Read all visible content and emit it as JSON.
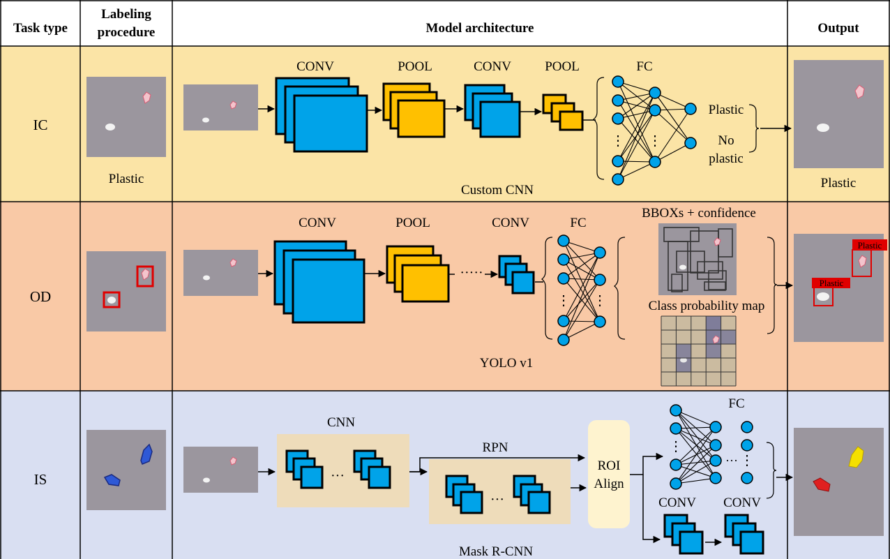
{
  "header": {
    "task_type": "Task type",
    "labeling_1": "Labeling",
    "labeling_2": "procedure",
    "model_architecture": "Model architecture",
    "output": "Output"
  },
  "colors": {
    "ic_row": "#FBE4A6",
    "od_row": "#F9C9A6",
    "is_row": "#D9DFF2",
    "conv_blue": "#00A3E9",
    "pool_orange": "#FFC000",
    "backbone_box": "#EEDCBA",
    "roi_box": "#FEF3CF",
    "bbox_red": "#E00000",
    "mask_blue": "#2E59D6",
    "mask_red": "#E02020",
    "mask_yellow": "#F5E000"
  },
  "rows": {
    "ic": {
      "task": "IC",
      "label": "Plastic",
      "conv1": "CONV",
      "pool1": "POOL",
      "conv2": "CONV",
      "pool2": "POOL",
      "fc": "FC",
      "out_plastic": "Plastic",
      "out_no_1": "No",
      "out_no_2": "plastic",
      "dots": "⋮",
      "model_name": "Custom CNN",
      "output_label": "Plastic"
    },
    "od": {
      "task": "OD",
      "conv1": "CONV",
      "pool1": "POOL",
      "conv2": "CONV",
      "fc": "FC",
      "hdots": "·····",
      "dots": "⋮",
      "bbox_title": "BBOXs + confidence",
      "class_map": "Class probability map",
      "model_name": "YOLO v1",
      "tag_1": "Plastic",
      "tag_2": "Plastic"
    },
    "is": {
      "task": "IS",
      "cnn": "CNN",
      "rpn": "RPN",
      "roi_1": "ROI",
      "roi_2": "Align",
      "fc": "FC",
      "conv1": "CONV",
      "conv2": "CONV",
      "hdots": "···",
      "dots": "⋮",
      "model_name": "Mask R-CNN"
    }
  }
}
